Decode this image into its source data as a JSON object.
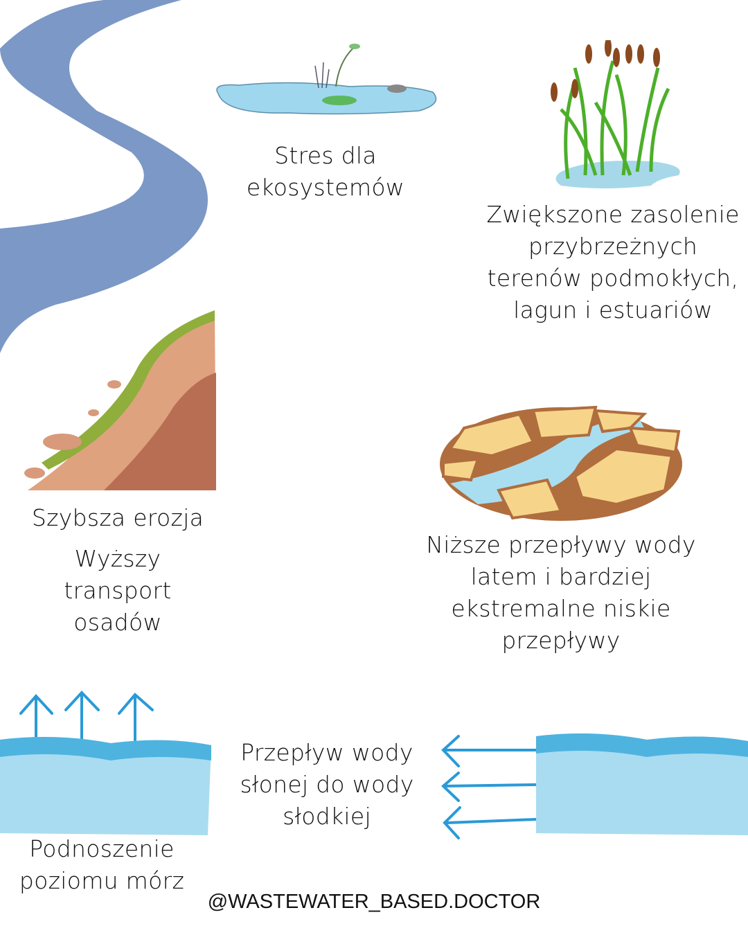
{
  "captions": {
    "ecosystem_stress": [
      "Stres dla",
      "ekosystemów"
    ],
    "salinity": [
      "Zwiększone zasolenie",
      "przybrzeżnych",
      "terenów podmokłych,",
      "lagun i estuariów"
    ],
    "erosion": [
      "Szybsza erozja"
    ],
    "sediment": [
      "Wyższy",
      "transport",
      "osadów"
    ],
    "low_flows": [
      "Niższe przepływy wody",
      "latem i bardziej",
      "ekstremalne niskie",
      "przepływy"
    ],
    "saltwater_intrusion": [
      "Przepływ wody",
      "słonej do wody",
      "słodkiej"
    ],
    "sea_level": [
      "Podnoszenie",
      "poziomu mórz"
    ]
  },
  "footer": "@WASTEWATER_BASED.DOCTOR",
  "colors": {
    "river": "#7b98c6",
    "arrow": "#2a9ad6",
    "water": "#8fd0ec",
    "soil": "#d9967a",
    "grass": "#7fa33a",
    "crack": "#f6d58a"
  }
}
